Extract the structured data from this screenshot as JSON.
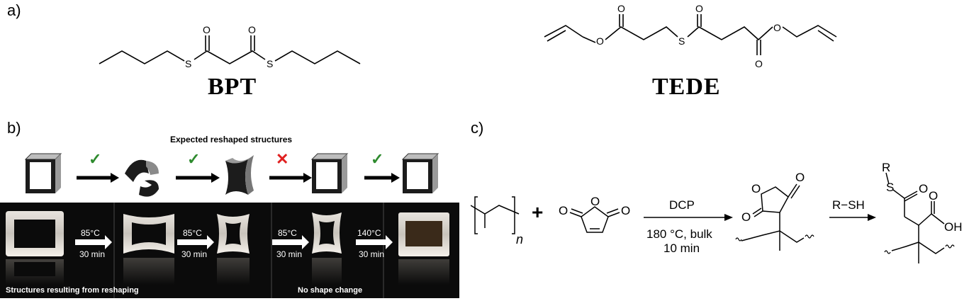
{
  "panel_a": {
    "label": "a)",
    "compound1": {
      "name": "BPT",
      "atoms": {
        "o": "O",
        "s": "S"
      }
    },
    "compound2": {
      "name": "TEDE",
      "atoms": {
        "o": "O",
        "s": "S"
      }
    }
  },
  "panel_b": {
    "label": "b)",
    "header": "Expected reshaped structures",
    "transitions": [
      {
        "mark": "✓",
        "ok": true,
        "temperature": "85°C",
        "time": "30 min"
      },
      {
        "mark": "✓",
        "ok": true,
        "temperature": "85°C",
        "time": "30 min"
      },
      {
        "mark": "✕",
        "ok": false,
        "temperature": "85°C",
        "time": "30 min"
      },
      {
        "mark": "✓",
        "ok": true,
        "temperature": "140°C",
        "time": "30 min"
      }
    ],
    "caption_left": "Structures resulting from reshaping",
    "caption_right": "No shape change",
    "colors": {
      "check": "#2e8b2e",
      "cross": "#e02020"
    }
  },
  "panel_c": {
    "label": "c)",
    "plus": "+",
    "subscript": "n",
    "step1": {
      "reagent": "DCP",
      "conditions_line1": "180 °C, bulk",
      "conditions_line2": "10 min"
    },
    "step2": {
      "reagent": "R−SH"
    },
    "atoms": {
      "o": "O",
      "s": "S",
      "r": "R",
      "oh": "OH"
    }
  }
}
